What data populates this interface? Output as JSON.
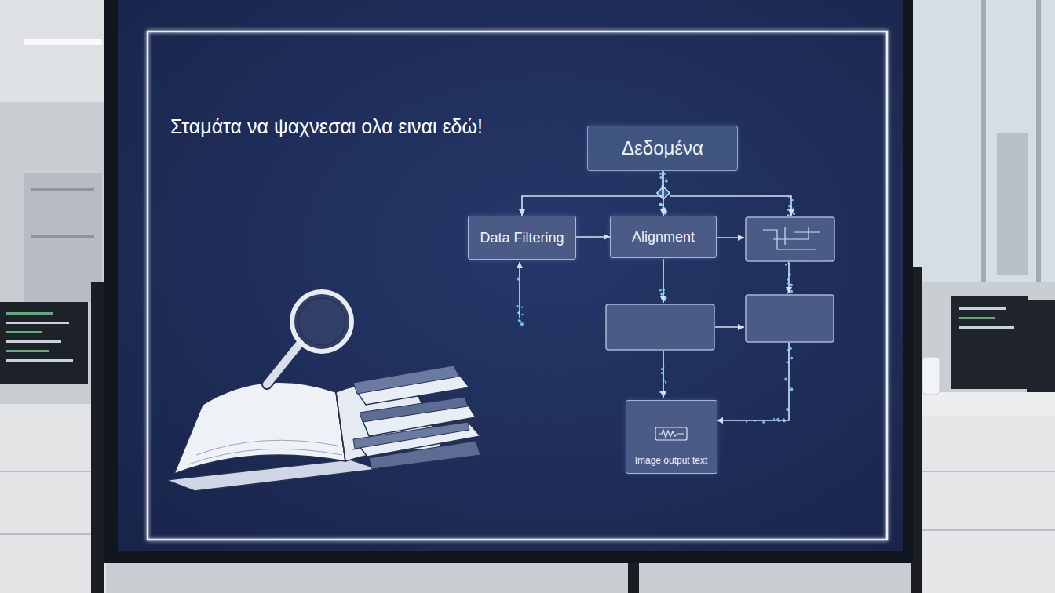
{
  "diagram": {
    "title": "Σταμάτα να ψαχνεσαι ολα ειναι εδώ!",
    "nodes": [
      {
        "text": [
          "Δεδομένα"
        ]
      },
      {
        "text": [
          "Data Filtering"
        ]
      },
      {
        "text": [
          "Alignment"
        ]
      },
      {
        "text": [
          "Image output text"
        ]
      }
    ],
    "edges": [
      {
        "from": 0,
        "to": 1,
        "arrow": "to"
      },
      {
        "from": 0,
        "to": 2,
        "arrow": "to"
      },
      {
        "from": 1,
        "to": 2,
        "arrow": "to"
      }
    ]
  }
}
